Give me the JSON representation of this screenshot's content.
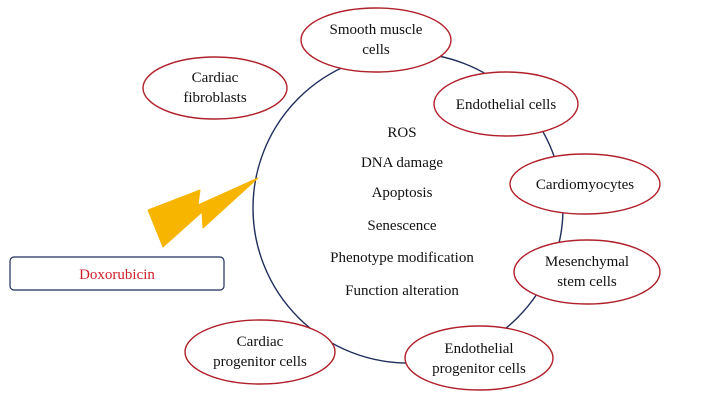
{
  "colors": {
    "circle_stroke": "#1f2f5c",
    "ellipse_stroke": "#b0202a",
    "drug_text": "#d0202a",
    "drug_box_stroke": "#1f2f5c",
    "lightning": "#f7b500"
  },
  "drug": {
    "label": "Doxorubicin"
  },
  "lightning": {
    "icon": "lightning-bolt-icon"
  },
  "effects": [
    "ROS",
    "DNA damage",
    "Apoptosis",
    "Senescence",
    "Phenotype modification",
    "Function alteration"
  ],
  "cells": [
    {
      "id": "smooth-muscle-cells",
      "lines": [
        "Smooth muscle",
        "cells"
      ]
    },
    {
      "id": "cardiac-fibroblasts",
      "lines": [
        "Cardiac",
        "fibroblasts"
      ]
    },
    {
      "id": "endothelial-cells",
      "lines": [
        "Endothelial cells"
      ]
    },
    {
      "id": "cardiomyocytes",
      "lines": [
        "Cardiomyocytes"
      ]
    },
    {
      "id": "mesenchymal-stem-cells",
      "lines": [
        "Mesenchymal",
        "stem cells"
      ]
    },
    {
      "id": "endothelial-progenitor-cells",
      "lines": [
        "Endothelial",
        "progenitor cells"
      ]
    },
    {
      "id": "cardiac-progenitor-cells",
      "lines": [
        "Cardiac",
        "progenitor cells"
      ]
    }
  ]
}
